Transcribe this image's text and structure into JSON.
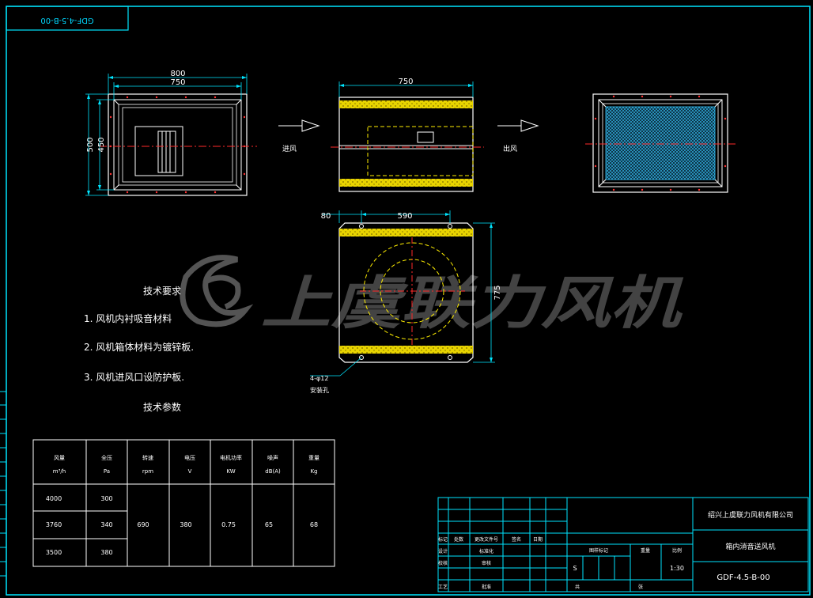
{
  "drawing": {
    "top_tag": "GDF-4.5-B-00",
    "watermark": "上虞联力风机",
    "colors": {
      "frame": "#00e5ff",
      "line": "#ffffff",
      "centerline": "#ff2a2a",
      "insulation": "#ffee00",
      "hidden": "#ffee00",
      "watermark": "#8a8a8a"
    }
  },
  "front_view": {
    "dim_outer_width": "800",
    "dim_inner_width": "750",
    "dim_outer_height": "500",
    "dim_inner_height": "450"
  },
  "side_view": {
    "dim_length": "750",
    "label_inlet": "进风",
    "label_outlet": "出风"
  },
  "rear_view": {},
  "top_view": {
    "dim_offset": "80",
    "dim_hole_spacing": "590",
    "dim_depth": "775",
    "hole_note_line1": "4-φ12",
    "hole_note_line2": "安装孔"
  },
  "requirements": {
    "title": "技术要求",
    "items": [
      "1. 风机内衬吸音材料",
      "2. 风机箱体材料为镀锌板.",
      "3. 风机进风口设防护板."
    ],
    "params_title": "技术参数"
  },
  "param_table": {
    "headers": [
      [
        "风量",
        "m³/h"
      ],
      [
        "全压",
        "Pa"
      ],
      [
        "转速",
        "rpm"
      ],
      [
        "电压",
        "V"
      ],
      [
        "电机功率",
        "KW"
      ],
      [
        "噪声",
        "dB(A)"
      ],
      [
        "重量",
        "Kg"
      ]
    ],
    "flow": [
      "4000",
      "3760",
      "3500"
    ],
    "pressure": [
      "300",
      "340",
      "380"
    ],
    "speed": "690",
    "voltage": "380",
    "power": "0.75",
    "noise": "65",
    "weight": "68"
  },
  "title_block": {
    "company": "绍兴上虞联力风机有限公司",
    "product": "箱内消音送风机",
    "code": "GDF-4.5-B-00",
    "rows": [
      [
        "标记",
        "处数",
        "更改文件号",
        "签名",
        "日期"
      ],
      [
        "设计",
        "",
        "标准化",
        "",
        ""
      ],
      [
        "校核",
        "",
        "审核",
        "",
        ""
      ],
      [
        "",
        "",
        "",
        "",
        ""
      ],
      [
        "工艺",
        "",
        "批准",
        "",
        ""
      ]
    ],
    "stage_headers": [
      "图样标记",
      "重量",
      "比例"
    ],
    "stage_value": "S",
    "scale": "1:30",
    "sheet_label": "共",
    "sheet_label2": "张"
  }
}
